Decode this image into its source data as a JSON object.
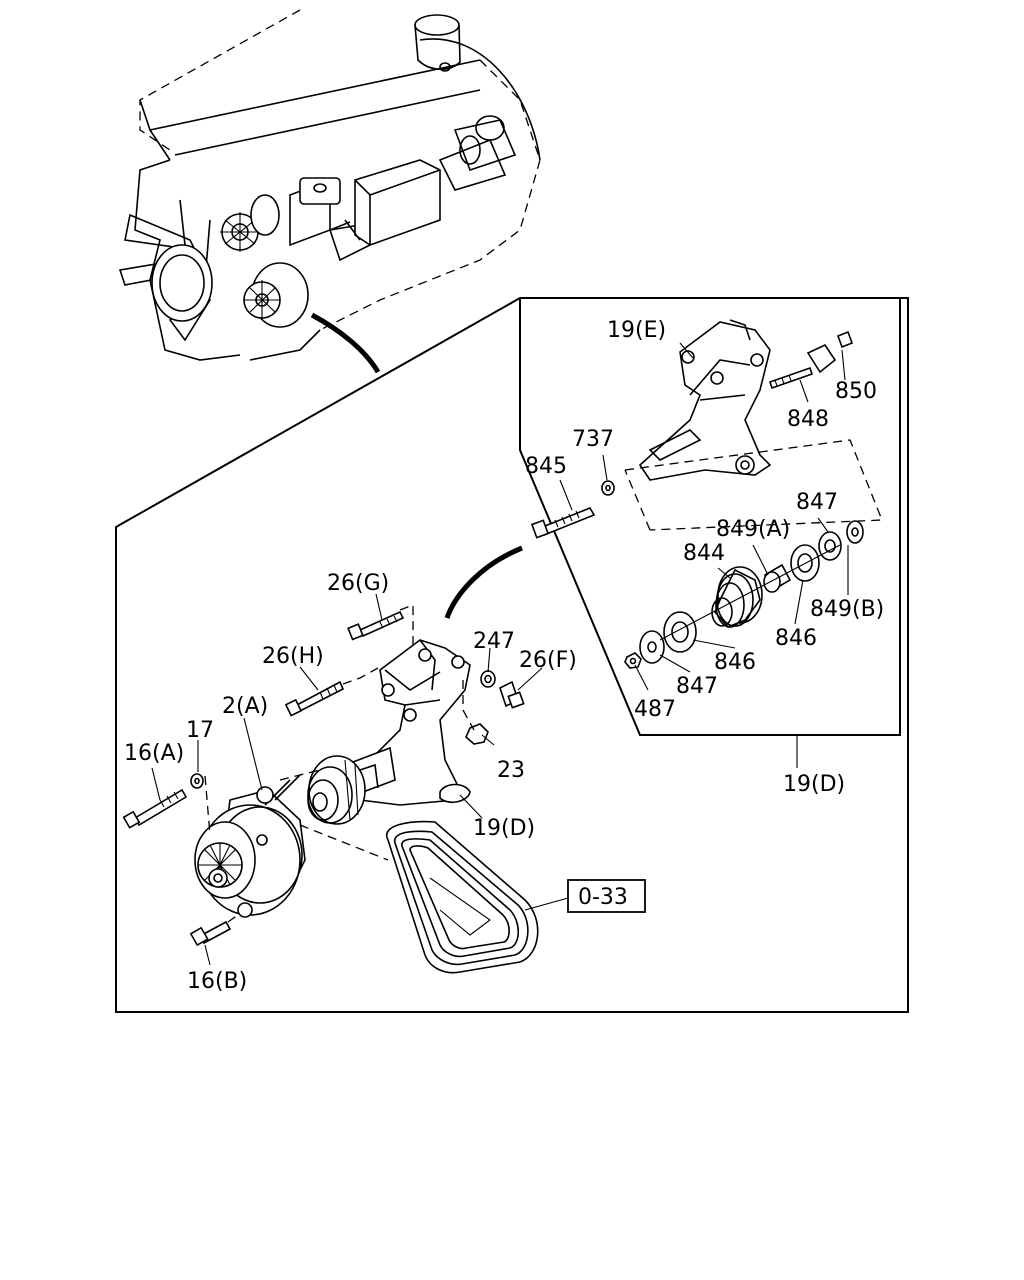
{
  "figure": {
    "callouts": {
      "bracket_e": "19(E)",
      "bolt_850": "850",
      "stud_848": "848",
      "washer_737": "737",
      "bolt_845": "845",
      "washer_847_top": "847",
      "bearing_849a": "849(A)",
      "pulley_844": "844",
      "washer_849b": "849(B)",
      "bearing_846_right": "846",
      "bearing_846_left": "846",
      "washer_847_bottom": "847",
      "nut_487": "487",
      "assembly_19d_inset": "19(D)",
      "bolt_26g": "26(G)",
      "bolt_26h": "26(H)",
      "washer_247": "247",
      "bolt_26f": "26(F)",
      "alternator_2a": "2(A)",
      "washer_17": "17",
      "bolt_16a": "16(A)",
      "nut_23": "23",
      "bracket_19d": "19(D)",
      "bolt_16b": "16(B)",
      "belt_reference": "0-33"
    }
  }
}
